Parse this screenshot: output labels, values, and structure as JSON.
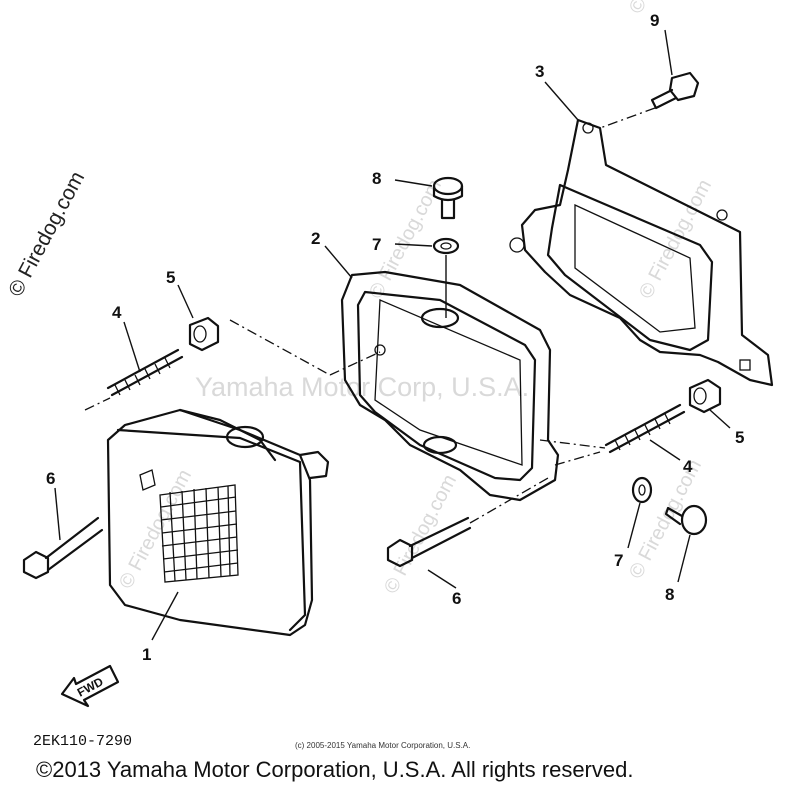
{
  "watermarks": {
    "site": "© Firedog.com",
    "center": "Yamaha Motor Corp, U.S.A."
  },
  "callouts": [
    {
      "id": "c1",
      "label": "1"
    },
    {
      "id": "c2",
      "label": "2"
    },
    {
      "id": "c3",
      "label": "3"
    },
    {
      "id": "c4a",
      "label": "4"
    },
    {
      "id": "c4b",
      "label": "4"
    },
    {
      "id": "c5a",
      "label": "5"
    },
    {
      "id": "c5b",
      "label": "5"
    },
    {
      "id": "c6a",
      "label": "6"
    },
    {
      "id": "c6b",
      "label": "6"
    },
    {
      "id": "c7a",
      "label": "7"
    },
    {
      "id": "c7b",
      "label": "7"
    },
    {
      "id": "c8a",
      "label": "8"
    },
    {
      "id": "c8b",
      "label": "8"
    },
    {
      "id": "c9",
      "label": "9"
    }
  ],
  "fwd_label": "FWD",
  "diagram_code": "2EK110-7290",
  "small_copyright": "(c) 2005-2015 Yamaha Motor Corporation, U.S.A.",
  "main_copyright": "©2013 Yamaha Motor Corporation, U.S.A. All rights reserved."
}
